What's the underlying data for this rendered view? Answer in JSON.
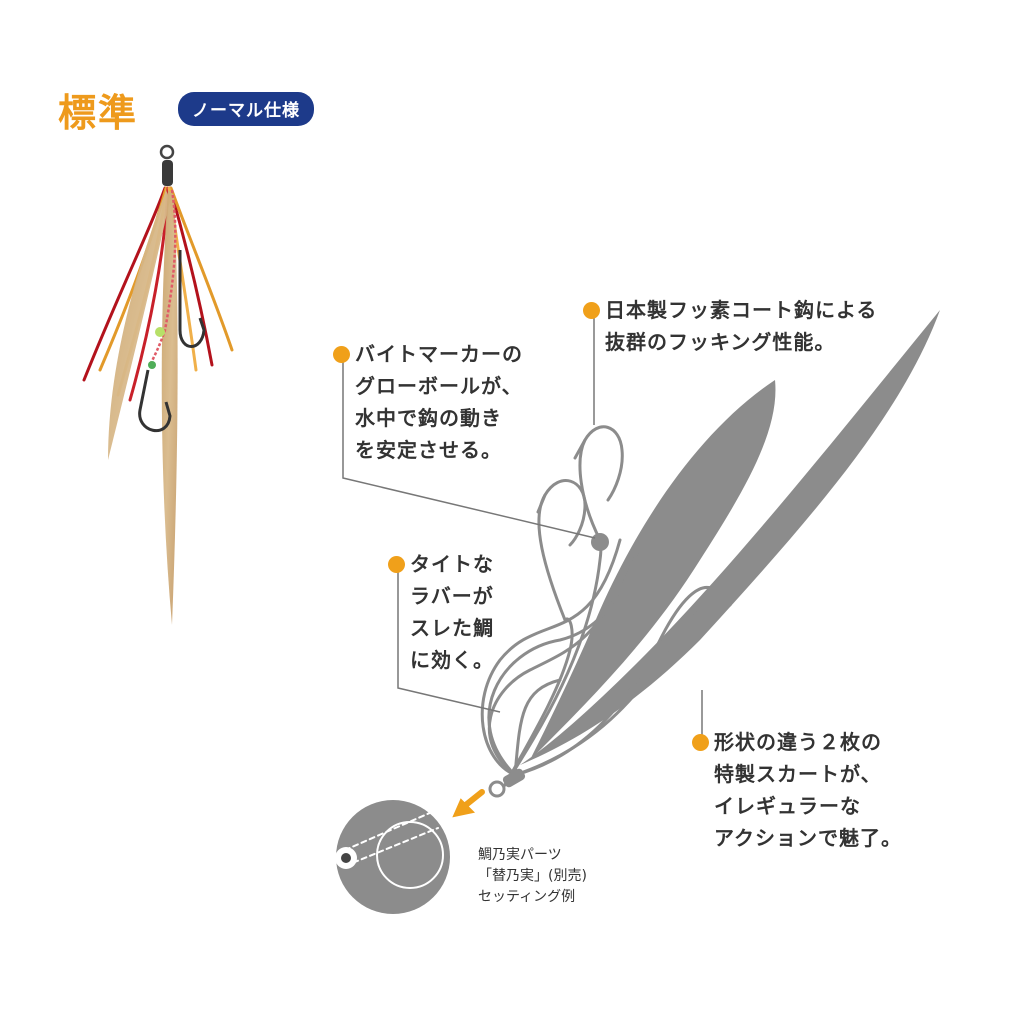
{
  "header": {
    "title": "標準",
    "badge": "ノーマル仕様"
  },
  "callouts": {
    "hook": [
      "日本製フッ素コート鈎による",
      "抜群のフッキング性能。"
    ],
    "glow": [
      "バイトマーカーの",
      "グローボールが、",
      "水中で鈎の動き",
      "を安定させる。"
    ],
    "rubber": [
      "タイトな",
      "ラバーが",
      "スレた鯛",
      "に効く。"
    ],
    "skirt": [
      "形状の違う２枚の",
      "特製スカートが、",
      "イレギュラーな",
      "アクションで魅了。"
    ]
  },
  "setting_note": [
    "鯛乃実パーツ",
    "「替乃実」(別売)",
    "セッティング例"
  ],
  "colors": {
    "accent": "#ee9a1c",
    "badge": "#1d3a8a",
    "diagram_gray": "#8c8c8c",
    "text": "#333333"
  }
}
